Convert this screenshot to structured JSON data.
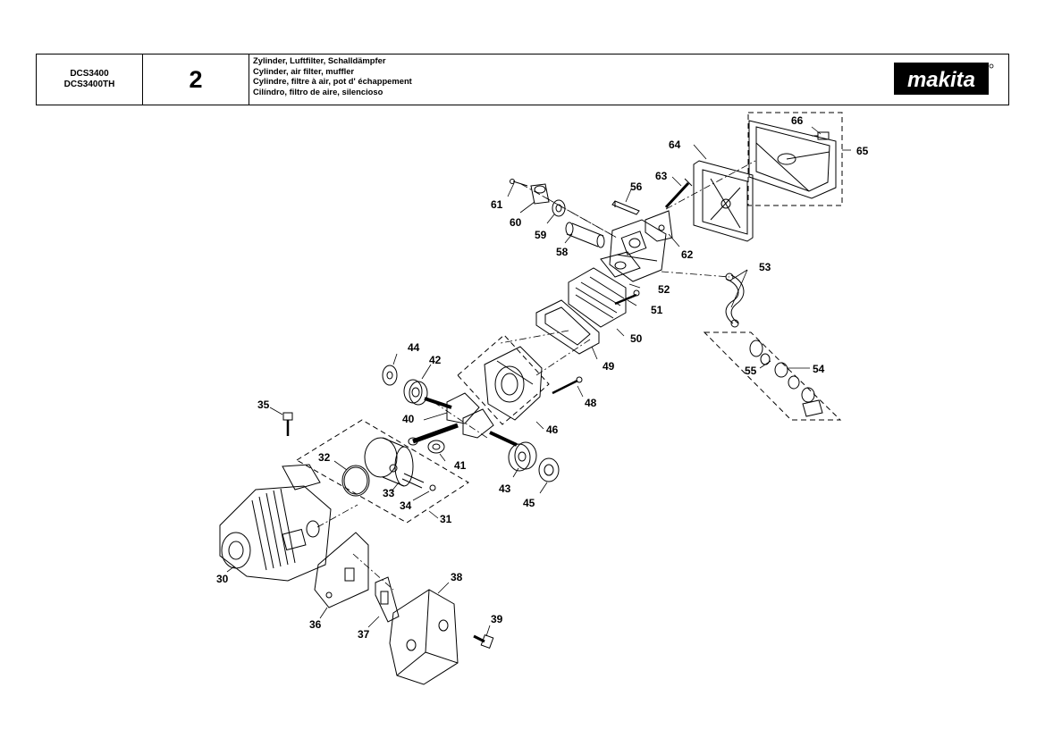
{
  "header": {
    "models": [
      "DCS3400",
      "DCS3400TH"
    ],
    "figure_number": "2",
    "titles": [
      "Zylinder, Luftfilter, Schalldämpfer",
      "Cylinder, air filter, muffler",
      "Cylindre, filtre à air, pot d' échappement",
      "Cilíndro, filtro de aire, silencioso"
    ],
    "brand": "makita"
  },
  "parts": {
    "p30": "30",
    "p31": "31",
    "p32": "32",
    "p33": "33",
    "p34": "34",
    "p35": "35",
    "p36": "36",
    "p37": "37",
    "p38": "38",
    "p39": "39",
    "p40": "40",
    "p41": "41",
    "p42": "42",
    "p43": "43",
    "p44": "44",
    "p45": "45",
    "p46": "46",
    "p48": "48",
    "p49": "49",
    "p50": "50",
    "p51": "51",
    "p52": "52",
    "p53": "53",
    "p54": "54",
    "p55": "55",
    "p56": "56",
    "p58": "58",
    "p59": "59",
    "p60": "60",
    "p61": "61",
    "p62": "62",
    "p63": "63",
    "p64": "64",
    "p65": "65",
    "p66": "66"
  }
}
